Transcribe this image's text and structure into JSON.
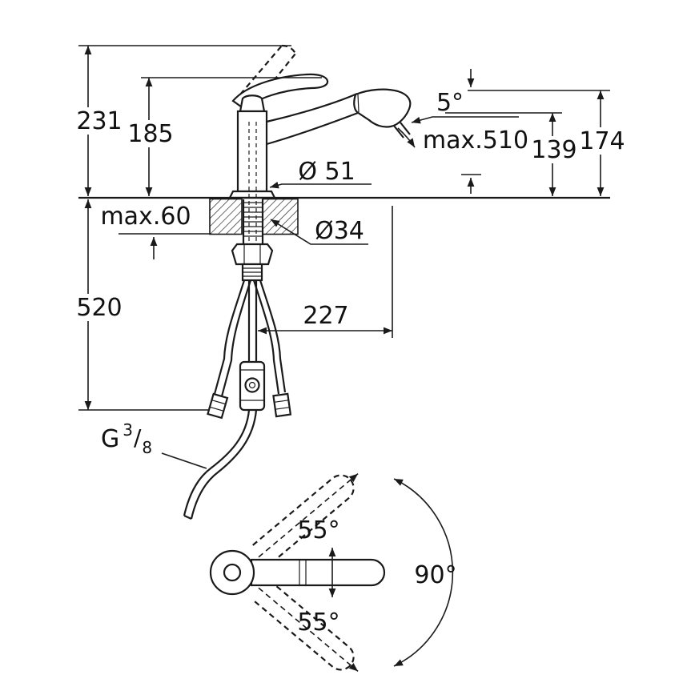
{
  "drawing": {
    "side_view": {
      "dim_total_height": "231",
      "dim_spout_height": "185",
      "dim_head_angle": "5°",
      "dim_pullout_length": "max.510",
      "dim_outlet_height": "139",
      "dim_head_top_height": "174",
      "dim_body_diameter": "Ø 51",
      "dim_deck_thickness": "max.60",
      "dim_hole_diameter": "Ø34",
      "dim_hose_length": "520",
      "dim_reach": "227",
      "thread_prefix": "G",
      "thread_numerator": "3",
      "thread_slash": "/",
      "thread_denominator": "8"
    },
    "top_view": {
      "dim_swivel_upper": "55°",
      "dim_swivel_total": "90°",
      "dim_swivel_lower": "55°"
    },
    "colors": {
      "line": "#1a1a1a",
      "background": "#ffffff"
    }
  }
}
